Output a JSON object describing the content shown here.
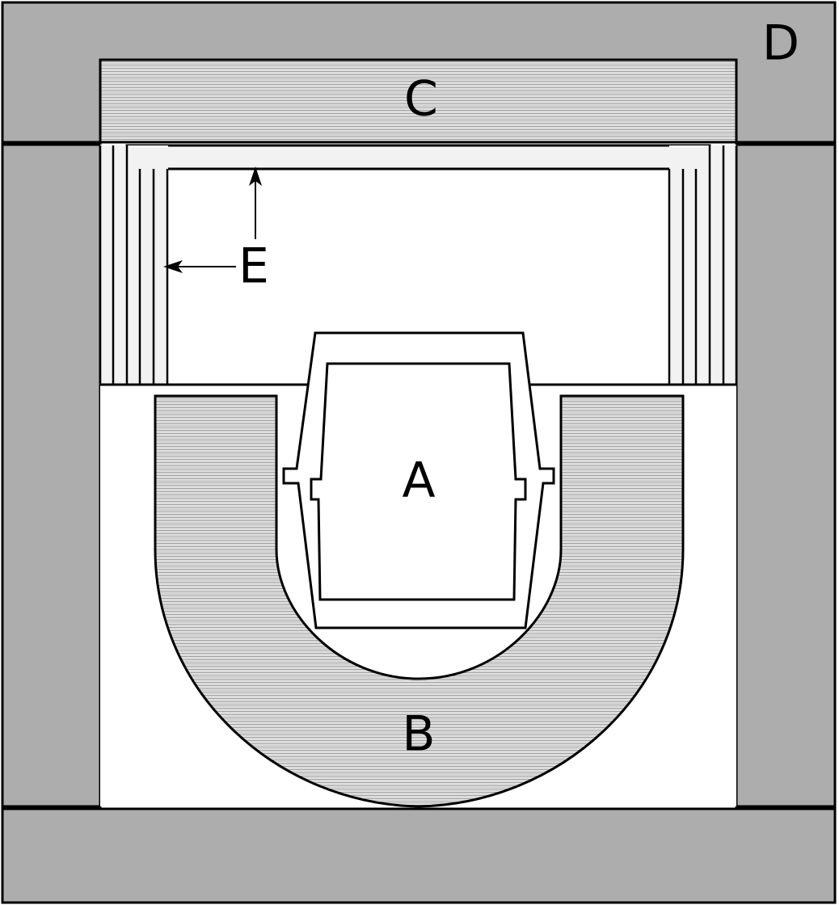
{
  "labels": {
    "A": "A",
    "B": "B",
    "C": "C",
    "D": "D",
    "E": "E"
  },
  "colors": {
    "enclosure_fill": "#adadad",
    "hatch_background": "#ececec",
    "hatch_line": "#9a9a9a",
    "shield_fill": "#f2f2f2",
    "line": "#000000",
    "background": "#ffffff"
  }
}
